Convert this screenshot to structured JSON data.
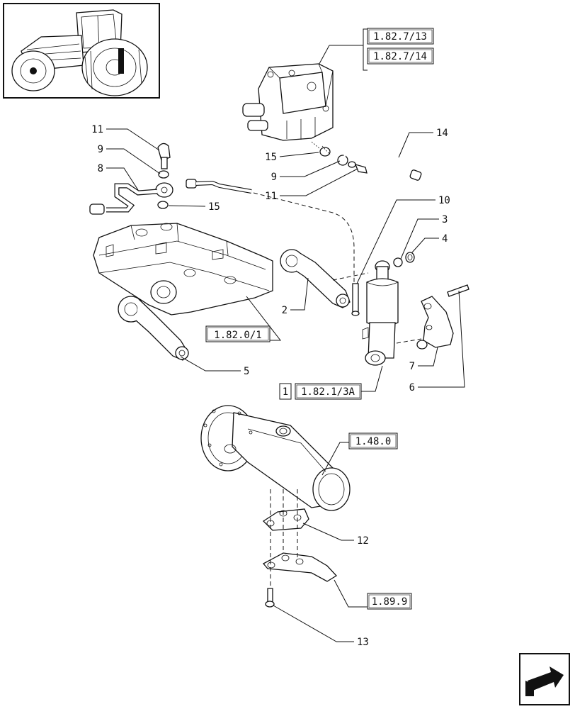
{
  "callouts": [
    "11",
    "9",
    "8",
    "15",
    "15",
    "9",
    "11",
    "14",
    "10",
    "3",
    "4",
    "2",
    "5",
    "7",
    "6",
    "12",
    "13"
  ],
  "references": [
    "1.82.7/13",
    "1.82.7/14",
    "1.82.0/1",
    "1",
    "1.82.1/3A",
    "1.48.0",
    "1.89.9"
  ],
  "icons": {
    "thumbnail": "tractor-thumbnail-icon",
    "nav": "next-page-arrow-icon"
  }
}
